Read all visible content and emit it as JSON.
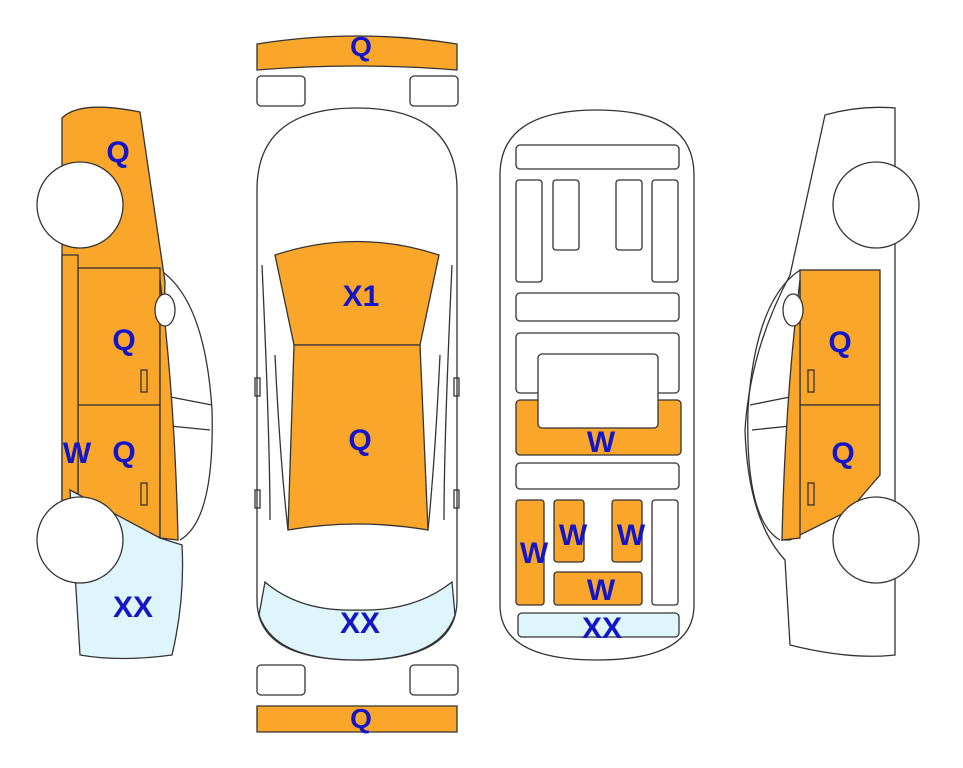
{
  "colors": {
    "orange": "#f9a62b",
    "light_blue": "#dff5fc",
    "label": "#1216c8",
    "outline": "#333333"
  },
  "labels": {
    "front_bumper": "Q",
    "rear_bumper": "Q",
    "hood": "X1",
    "roof": "Q",
    "trunk_top": "XX",
    "left_front_fender": "Q",
    "left_front_door": "Q",
    "left_rear_door": "Q",
    "left_sill": "W",
    "left_rear_quarter": "XX",
    "right_front_door": "Q",
    "right_rear_door": "Q",
    "under_crossmember": "W",
    "under_left_rail": "W",
    "under_mid_left": "W",
    "under_mid_right": "W",
    "under_rear_cross": "W",
    "under_rear_panel": "XX"
  }
}
